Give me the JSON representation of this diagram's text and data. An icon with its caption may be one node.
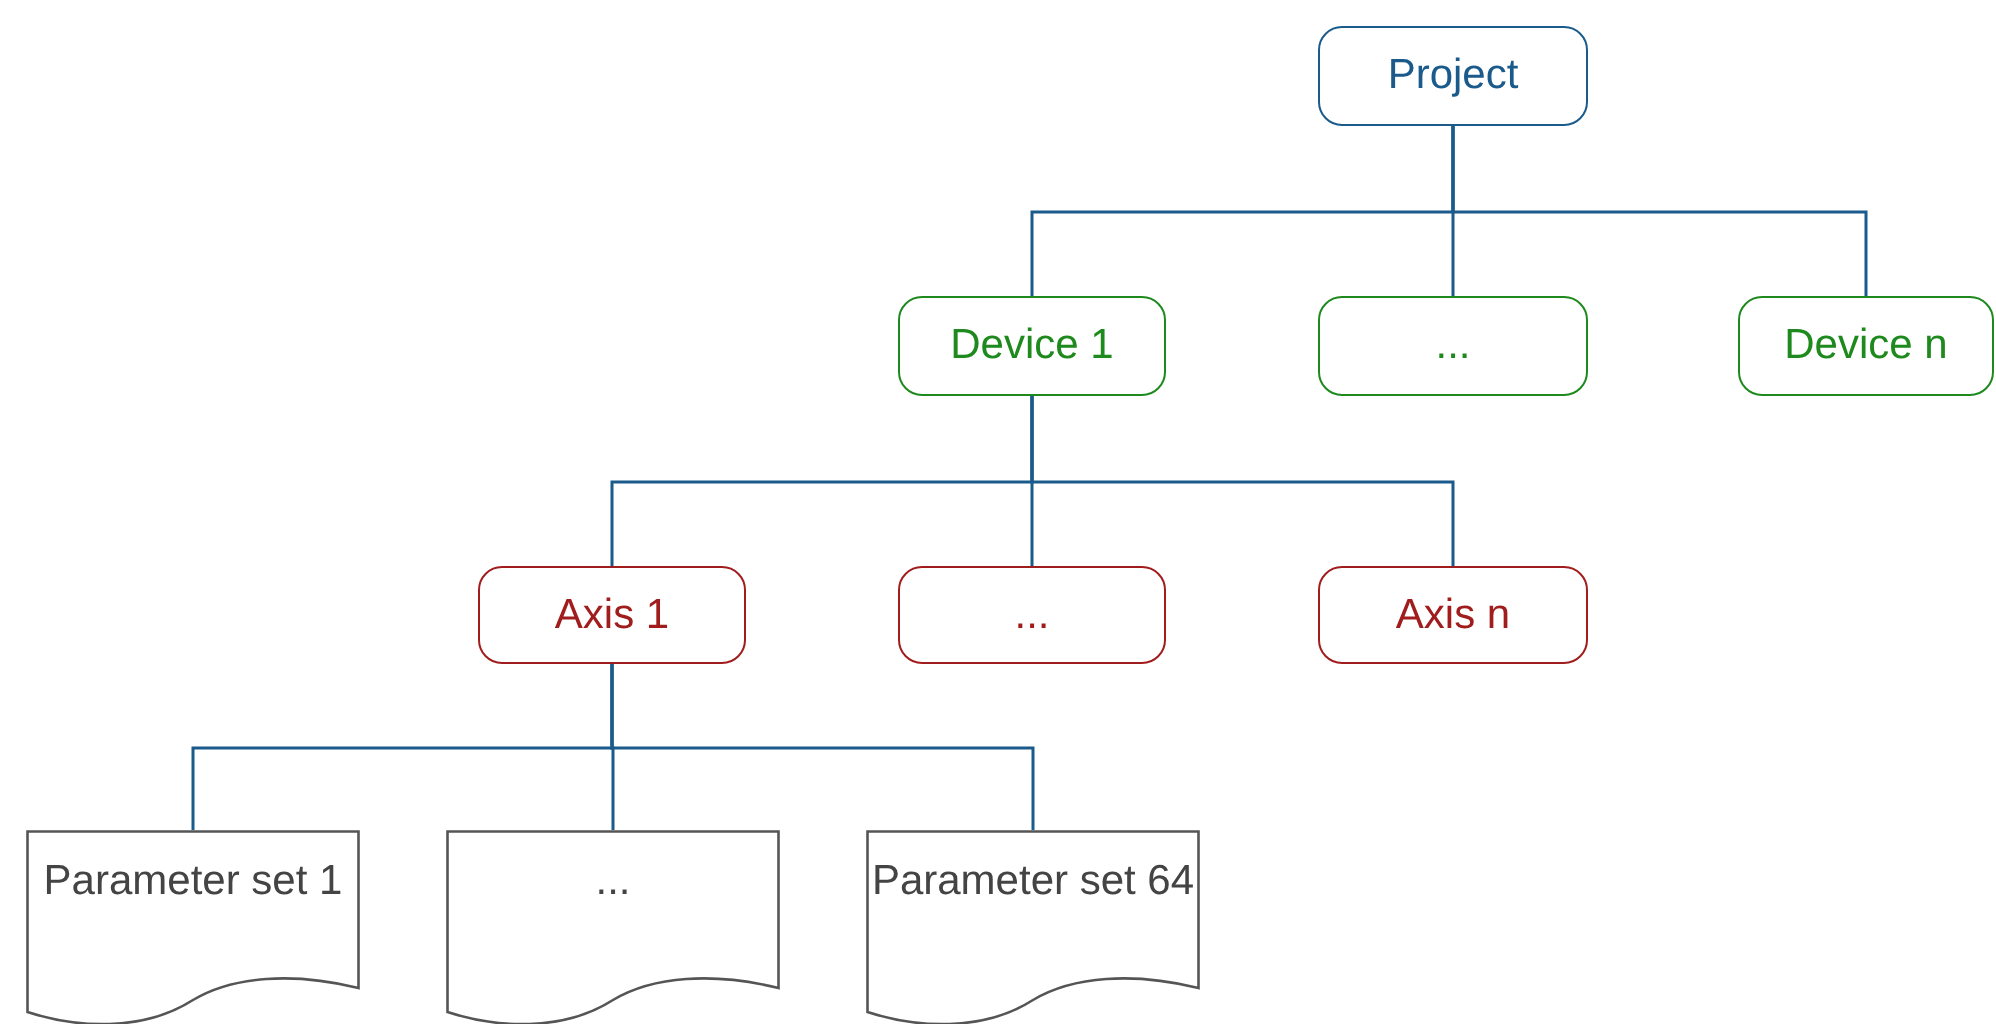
{
  "diagram": {
    "nodes": [
      {
        "text": [
          "Project"
        ]
      },
      {
        "text": [
          "Device 1"
        ]
      },
      {
        "text": [
          "..."
        ]
      },
      {
        "text": [
          "Device n"
        ]
      },
      {
        "text": [
          "Axis 1"
        ]
      },
      {
        "text": [
          "..."
        ]
      },
      {
        "text": [
          "Axis n"
        ]
      },
      {
        "text": [
          "Parameter set 1"
        ]
      },
      {
        "text": [
          "..."
        ]
      },
      {
        "text": [
          "Parameter set 64"
        ]
      }
    ],
    "edges": [
      {
        "from": 0,
        "to": 1,
        "arrow": "none"
      },
      {
        "from": 0,
        "to": 2,
        "arrow": "none"
      },
      {
        "from": 0,
        "to": 3,
        "arrow": "none"
      },
      {
        "from": 1,
        "to": 4,
        "arrow": "none"
      },
      {
        "from": 1,
        "to": 5,
        "arrow": "none"
      },
      {
        "from": 1,
        "to": 6,
        "arrow": "none"
      },
      {
        "from": 4,
        "to": 7,
        "arrow": "none"
      },
      {
        "from": 4,
        "to": 8,
        "arrow": "none"
      },
      {
        "from": 4,
        "to": 9,
        "arrow": "none"
      }
    ]
  }
}
